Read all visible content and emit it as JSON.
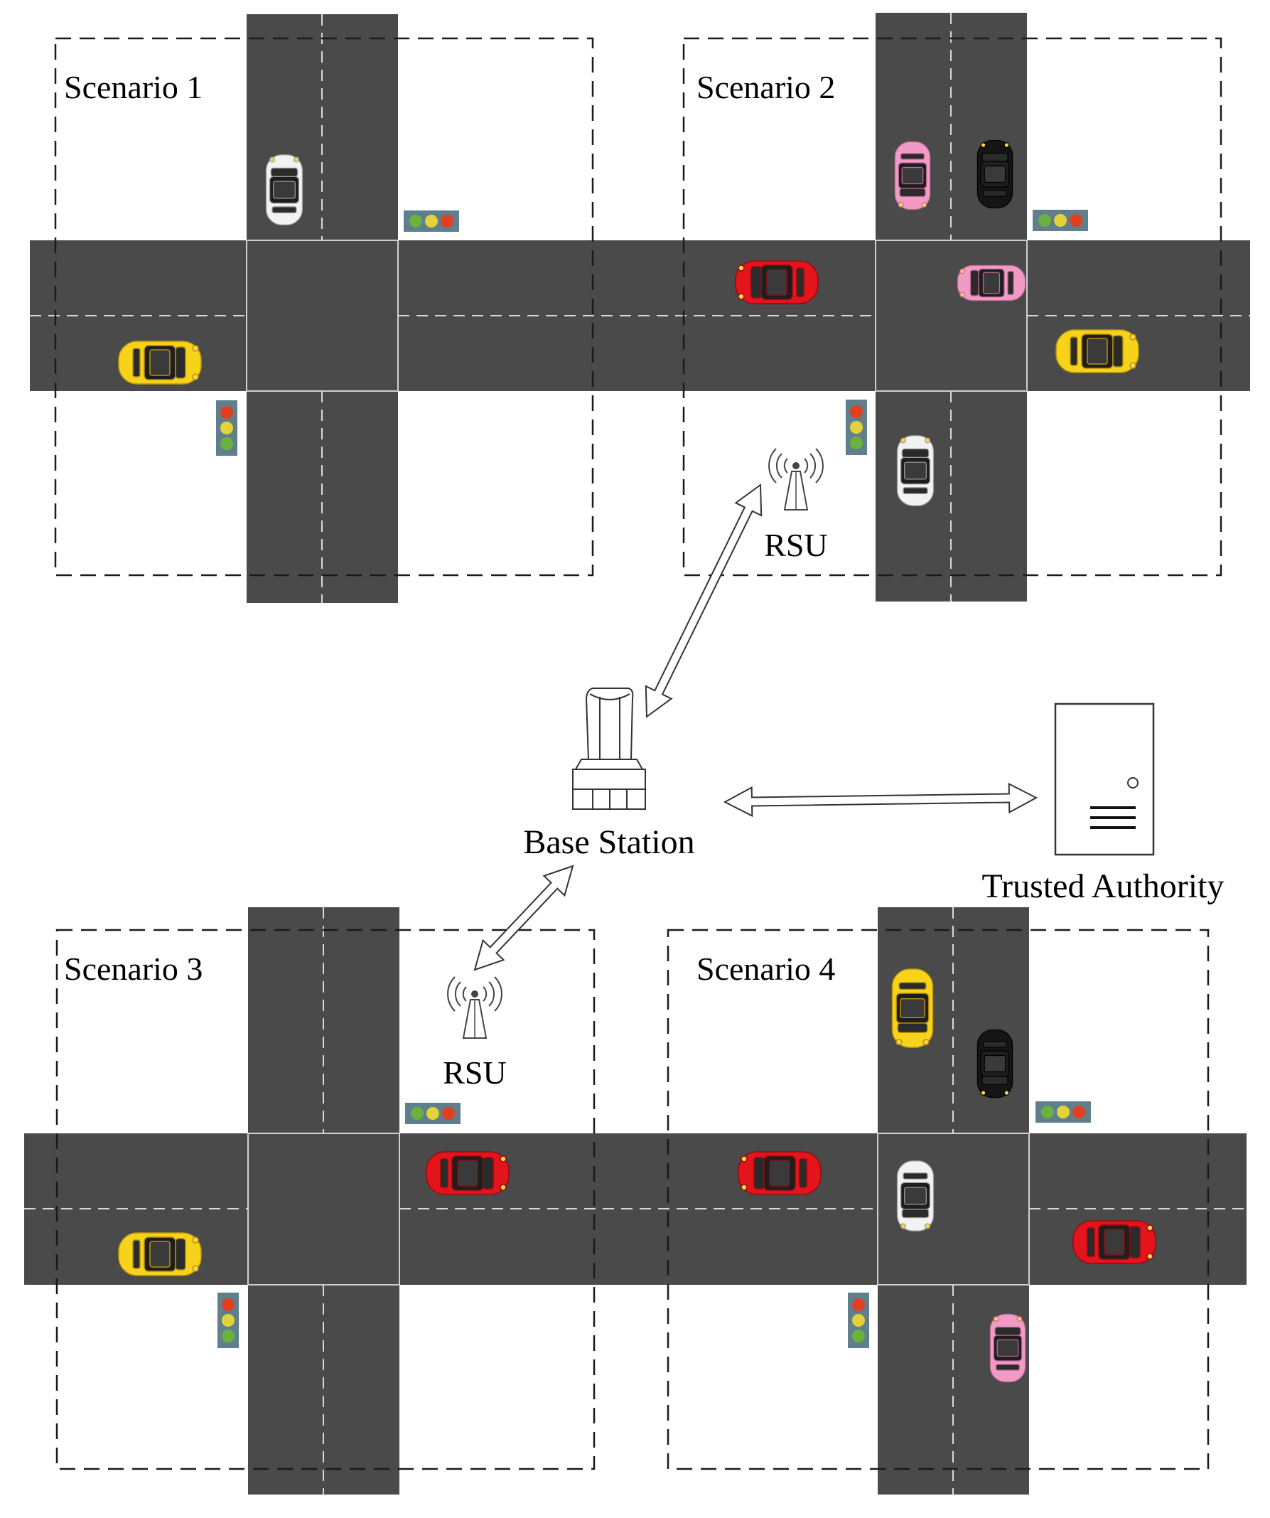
{
  "labels": {
    "scenario1": "Scenario 1",
    "scenario2": "Scenario 2",
    "scenario3": "Scenario 3",
    "scenario4": "Scenario 4",
    "rsu_top": "RSU",
    "rsu_bottom": "RSU",
    "base_station": "Base Station",
    "trusted_authority": "Trusted Authority"
  },
  "colors": {
    "road": "#4a4a4a",
    "lane_marking": "#d9d9d9",
    "car_red": "#e3141b",
    "car_yellow": "#f7d21b",
    "car_white": "#f2f2f2",
    "car_pink": "#f29ac6",
    "car_black": "#151515",
    "signal_housing": "#5f7f8c",
    "signal_red": "#e0401f",
    "signal_yellow": "#e3d23a",
    "signal_green": "#6ab13d"
  },
  "icons": {
    "vehicle": "car-icon",
    "traffic_light": "traffic-light-icon",
    "rsu": "rsu-antenna-icon",
    "base_station": "base-station-tower-icon",
    "server": "server-icon"
  }
}
